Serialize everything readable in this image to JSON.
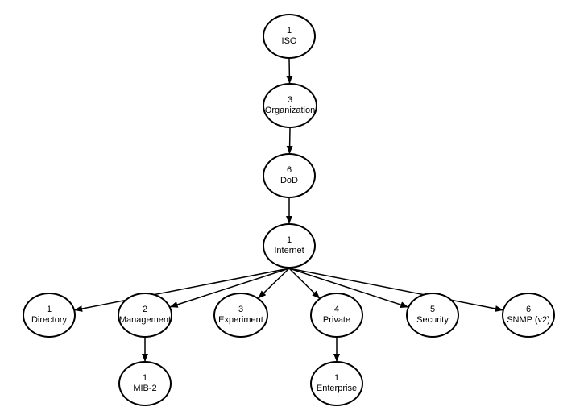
{
  "nodes": {
    "iso": {
      "number": "1",
      "label": "ISO"
    },
    "organization": {
      "number": "3",
      "label": "Organization"
    },
    "dod": {
      "number": "6",
      "label": "DoD"
    },
    "internet": {
      "number": "1",
      "label": "Internet"
    },
    "directory": {
      "number": "1",
      "label": "Directory"
    },
    "management": {
      "number": "2",
      "label": "Management"
    },
    "experiment": {
      "number": "3",
      "label": "Experiment"
    },
    "private": {
      "number": "4",
      "label": "Private"
    },
    "security": {
      "number": "5",
      "label": "Security"
    },
    "snmpv2": {
      "number": "6",
      "label": "SNMP (v2)"
    },
    "mib2": {
      "number": "1",
      "label": "MIB-2"
    },
    "enterprise": {
      "number": "1",
      "label": "Enterprise"
    }
  },
  "edges": [
    [
      "iso",
      "organization"
    ],
    [
      "organization",
      "dod"
    ],
    [
      "dod",
      "internet"
    ],
    [
      "internet",
      "directory"
    ],
    [
      "internet",
      "management"
    ],
    [
      "internet",
      "experiment"
    ],
    [
      "internet",
      "private"
    ],
    [
      "internet",
      "security"
    ],
    [
      "internet",
      "snmpv2"
    ],
    [
      "management",
      "mib2"
    ],
    [
      "private",
      "enterprise"
    ]
  ]
}
